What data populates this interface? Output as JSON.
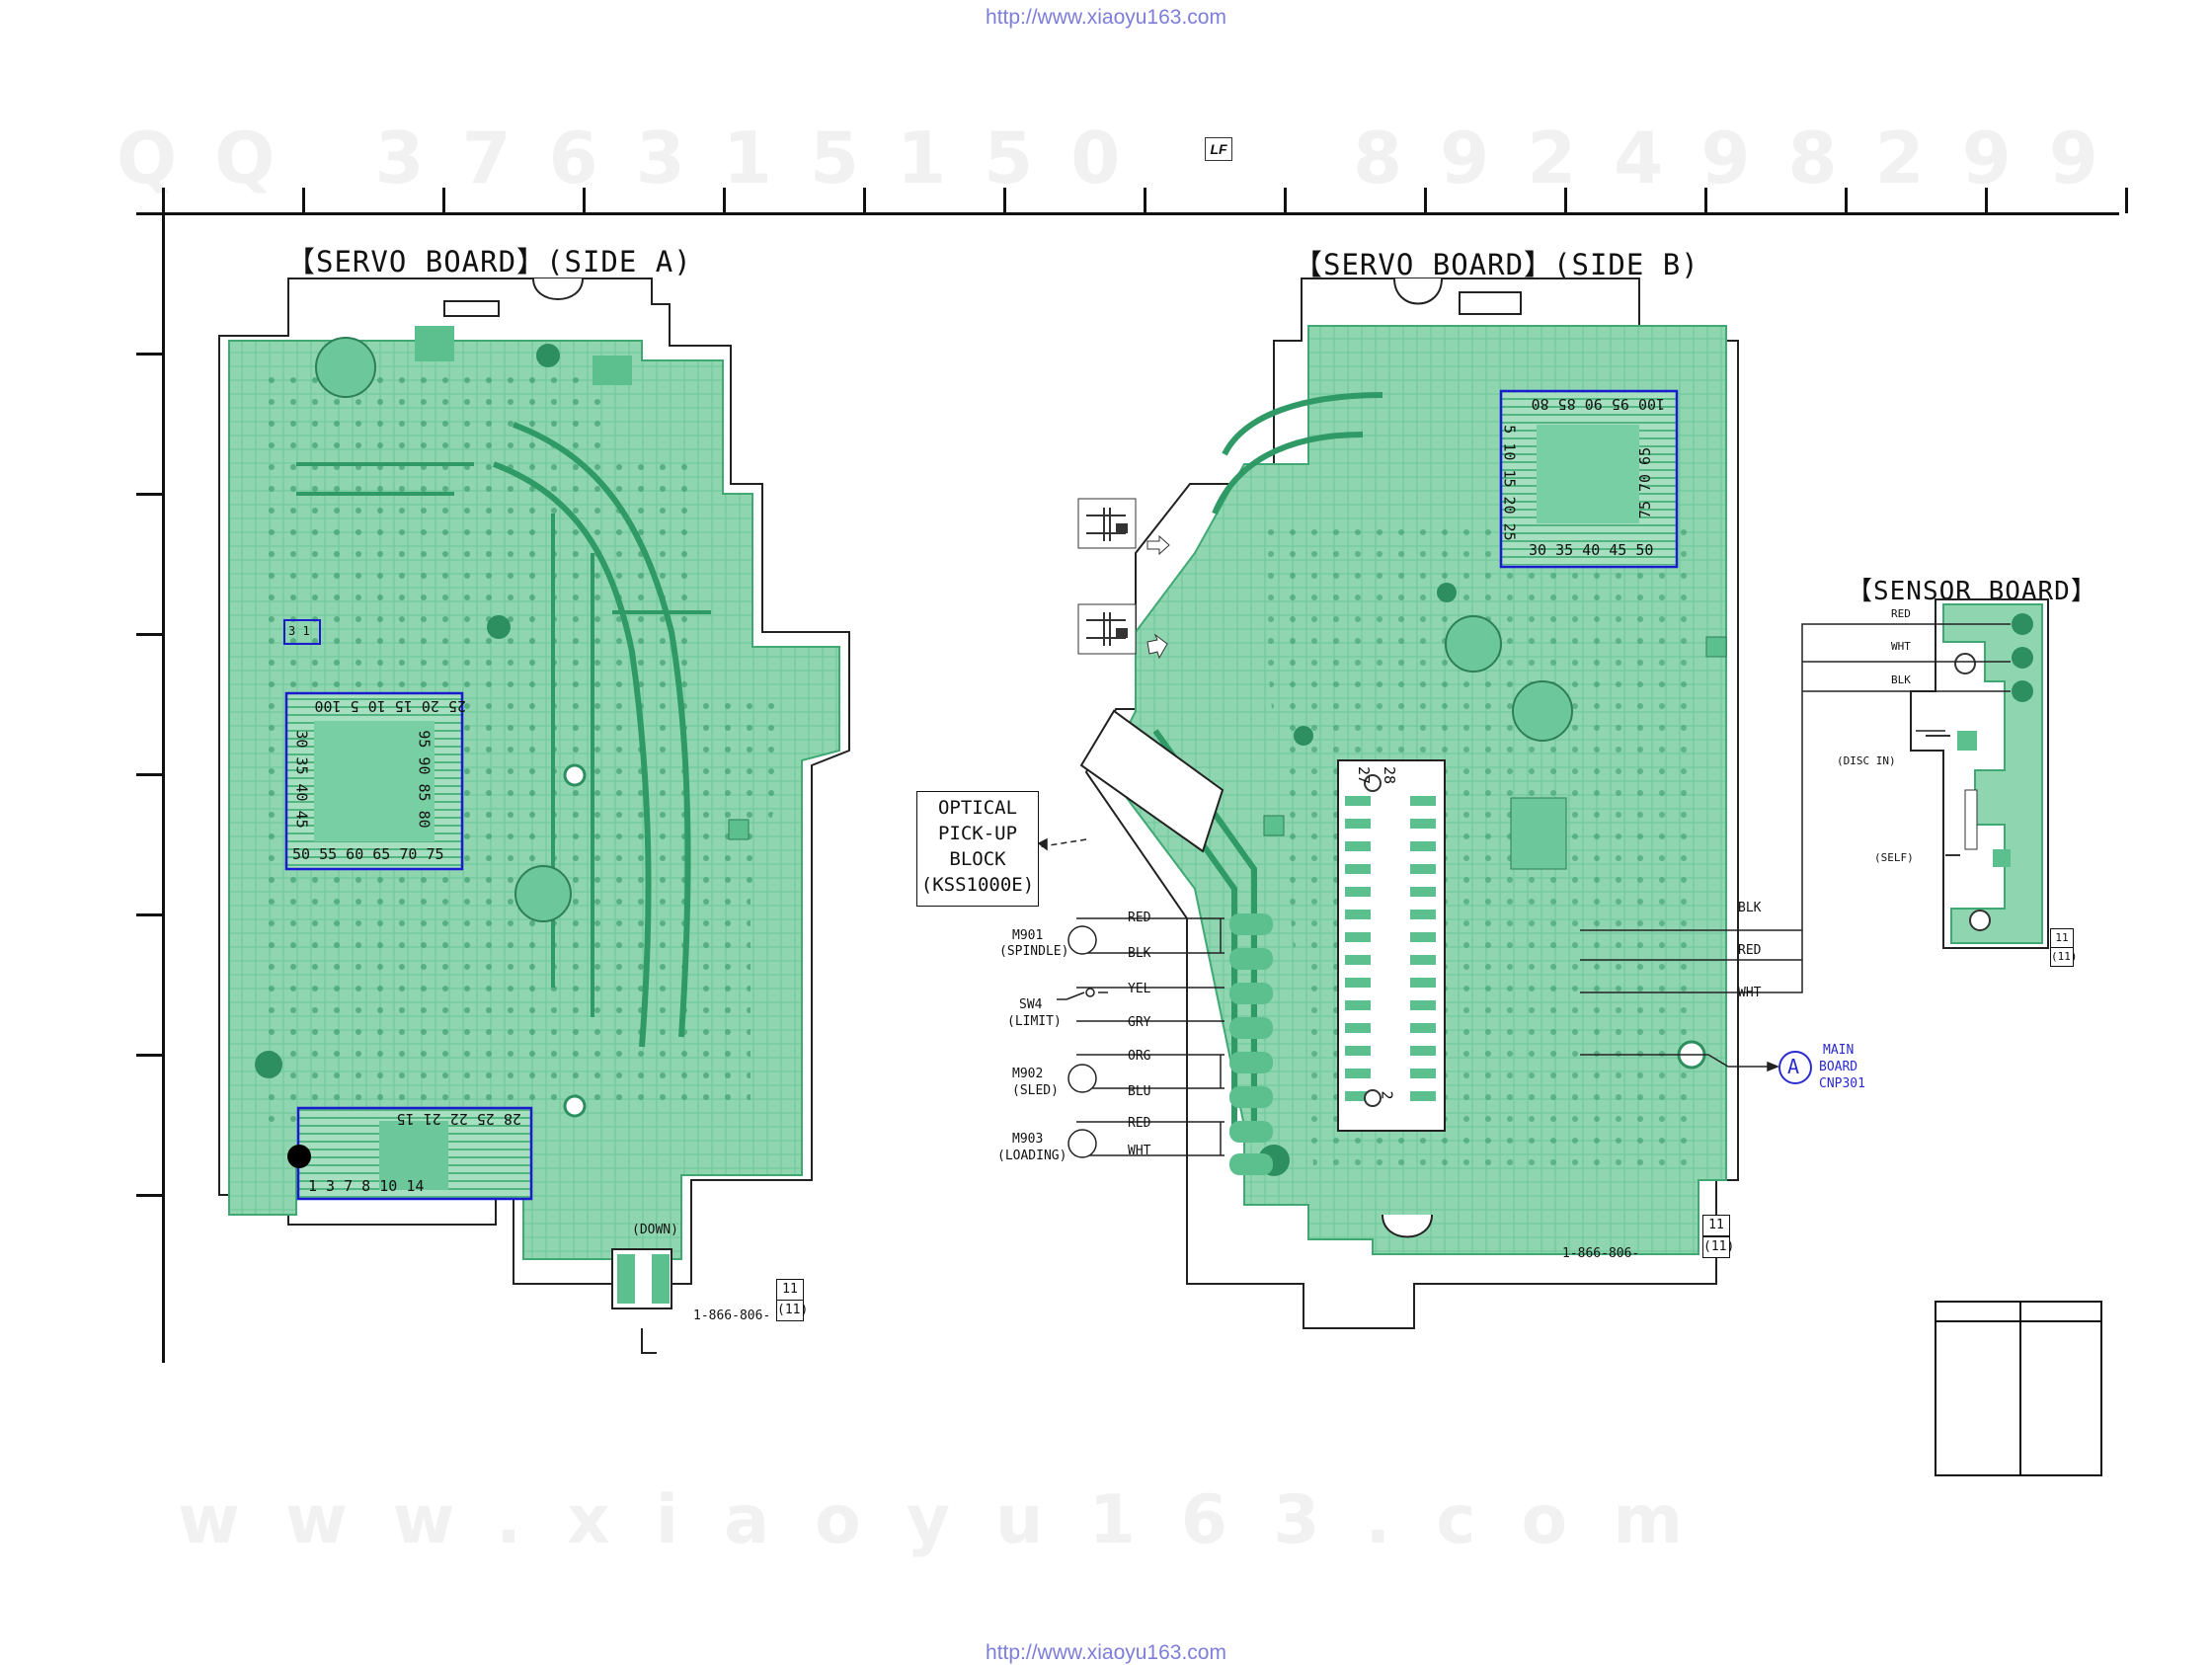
{
  "header": {
    "url_top": "http://www.xiaoyu163.com",
    "logo": "LF"
  },
  "footer": {
    "url_bottom": "http://www.xiaoyu163.com"
  },
  "watermarks": {
    "top_qq": "QQ 376315150",
    "top_number": "892498299",
    "bottom_site": "www.xiaoyu163.com"
  },
  "boards": {
    "servo_a": {
      "title": "【SERVO BOARD】(SIDE A)",
      "part_no": "1-866-806-",
      "ref_top": "11",
      "ref_bottom": "(11)",
      "down_label": "(DOWN)"
    },
    "servo_b": {
      "title": "【SERVO BOARD】(SIDE B)",
      "part_no": "1-866-806-",
      "ref_top": "11",
      "ref_bottom": "(11)"
    },
    "sensor": {
      "title": "【SENSOR BOARD】",
      "ref_top": "11",
      "ref_bottom": "(11)",
      "wire_red": "RED",
      "wire_wht": "WHT",
      "wire_blk": "BLK",
      "disc_in": "(DISC IN)",
      "self": "(SELF)"
    }
  },
  "chip_labels": {
    "ic_a_top": "25  20  15  10  5  100",
    "ic_a_bottom": "50 55 60 65 70 75",
    "ic_a_right": "95 90 85 80",
    "ic_a_left": "30 35 40 45",
    "ic_a_bot2_top": "28  25  22        21         15",
    "ic_a_bot2_bottom": "1   3  7          8 10  14",
    "ic_b_top": "100 95 90 85 80",
    "ic_b_bottom": "30 35 40 45 50",
    "ic_b_left": "5 10 15 20 25",
    "ic_b_right": "75 70 65",
    "conn_27": "27",
    "conn_28": "28",
    "conn_2": "2",
    "small_ic": "3 1"
  },
  "optical": {
    "line1": "OPTICAL",
    "line2": "PICK-UP",
    "line3": "BLOCK",
    "line4": "(KSS1000E)"
  },
  "motors": [
    {
      "id": "M901",
      "sub": "(SPINDLE)",
      "wire1": "RED",
      "wire2": "BLK"
    },
    {
      "id": "SW4",
      "sub": "(LIMIT)",
      "wire1": "YEL",
      "wire2": "GRY"
    },
    {
      "id": "M902",
      "sub": "(SLED)",
      "wire1": "ORG",
      "wire2": "BLU"
    },
    {
      "id": "M903",
      "sub": "(LOADING)",
      "wire1": "RED",
      "wire2": "WHT"
    }
  ],
  "sensor_wires": {
    "blk": "BLK",
    "red": "RED",
    "wht": "WHT"
  },
  "main_board": {
    "symbol": "A",
    "line1": "MAIN",
    "line2": "BOARD",
    "line3": "CNP301"
  },
  "colors": {
    "pcb_green": "#8fd6b0",
    "pcb_dark": "#5cbf8e",
    "trace": "#3fa873",
    "ic_box": "#1a1ad0"
  }
}
